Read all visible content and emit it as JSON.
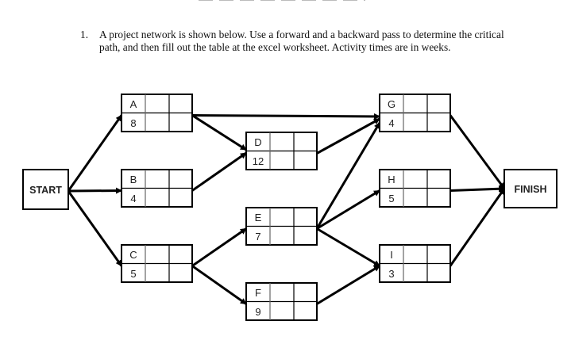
{
  "question": {
    "number": "1.",
    "text": "A project network is shown below. Use a forward and a backward pass to determine the critical path, and then fill out the table at the excel worksheet.  Activity times are in weeks."
  },
  "network": {
    "start_label": "START",
    "finish_label": "FINISH",
    "activities": [
      {
        "id": "A",
        "time": "8"
      },
      {
        "id": "B",
        "time": "4"
      },
      {
        "id": "C",
        "time": "5"
      },
      {
        "id": "D",
        "time": "12"
      },
      {
        "id": "E",
        "time": "7"
      },
      {
        "id": "F",
        "time": "9"
      },
      {
        "id": "G",
        "time": "4"
      },
      {
        "id": "H",
        "time": "5"
      },
      {
        "id": "I",
        "time": "3"
      }
    ],
    "edges": [
      [
        "START",
        "A"
      ],
      [
        "START",
        "B"
      ],
      [
        "START",
        "C"
      ],
      [
        "A",
        "G"
      ],
      [
        "A",
        "D"
      ],
      [
        "B",
        "D"
      ],
      [
        "C",
        "E"
      ],
      [
        "C",
        "F"
      ],
      [
        "D",
        "G"
      ],
      [
        "E",
        "G"
      ],
      [
        "E",
        "H"
      ],
      [
        "E",
        "I"
      ],
      [
        "F",
        "I"
      ],
      [
        "G",
        "FINISH"
      ],
      [
        "H",
        "FINISH"
      ],
      [
        "I",
        "FINISH"
      ]
    ]
  }
}
